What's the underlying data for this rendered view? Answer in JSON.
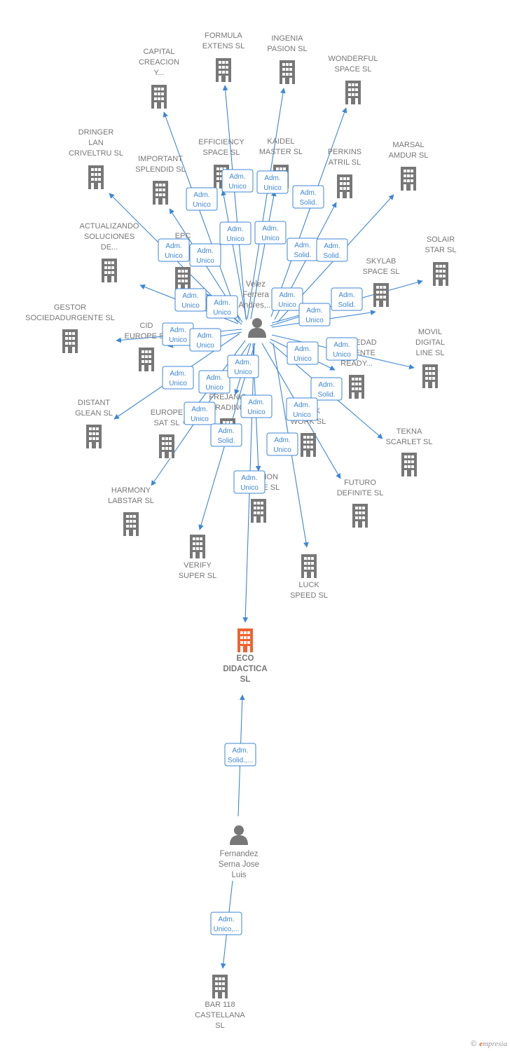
{
  "colors": {
    "edge": "#3d86d6",
    "company": "#777777",
    "highlight": "#f0622f",
    "person": "#777777"
  },
  "persons": [
    {
      "id": "p1",
      "lines": [
        "Velez",
        "Ferrera",
        "Andres,..."
      ]
    },
    {
      "id": "p2",
      "lines": [
        "Fernandez",
        "Serna Jose",
        "Luis"
      ]
    }
  ],
  "companies": [
    {
      "id": "formula",
      "lines": [
        "FORMULA",
        "EXTENS  SL"
      ]
    },
    {
      "id": "ingenia",
      "lines": [
        "INGENIA",
        "PASION  SL"
      ]
    },
    {
      "id": "capital",
      "lines": [
        "CAPITAL",
        "CREACION",
        "Y..."
      ]
    },
    {
      "id": "wonderful",
      "lines": [
        "WONDERFUL",
        "SPACE  SL"
      ]
    },
    {
      "id": "dringer",
      "lines": [
        "DRINGER",
        "LAN",
        "CRIVELTRU SL"
      ]
    },
    {
      "id": "efficiency",
      "lines": [
        "EFFICIENCY",
        "SPACE SL"
      ]
    },
    {
      "id": "kaidel",
      "lines": [
        "KAIDEL",
        "MASTER  SL"
      ]
    },
    {
      "id": "perkins",
      "lines": [
        "PERKINS",
        "ATRIL  SL"
      ]
    },
    {
      "id": "marsal",
      "lines": [
        "MARSAL",
        "AMDUR  SL"
      ]
    },
    {
      "id": "important",
      "lines": [
        "IMPORTANT",
        "SPLENDID  SL"
      ]
    },
    {
      "id": "actualizando",
      "lines": [
        "ACTUALIZANDO",
        "SOLUCIONES",
        "DE..."
      ]
    },
    {
      "id": "epc",
      "lines": [
        "EPC"
      ]
    },
    {
      "id": "solair",
      "lines": [
        "SOLAIR",
        "STAR  SL"
      ]
    },
    {
      "id": "skylab",
      "lines": [
        "SKYLAB",
        "SPACE  SL"
      ]
    },
    {
      "id": "gestor",
      "lines": [
        "GESTOR",
        "SOCIEDADURGENTE SL"
      ]
    },
    {
      "id": "cid",
      "lines": [
        "CID",
        "EUROPE  SL"
      ]
    },
    {
      "id": "movil",
      "lines": [
        "MOVIL",
        "DIGITAL",
        "LINE SL"
      ]
    },
    {
      "id": "sociedad",
      "lines": [
        "SOCIEDAD",
        "URGENTE",
        "READY..."
      ]
    },
    {
      "id": "distant",
      "lines": [
        "DISTANT",
        "GLEAN  SL"
      ]
    },
    {
      "id": "europesat",
      "lines": [
        "EUROPE",
        "SAT  SL"
      ]
    },
    {
      "id": "frejanis",
      "lines": [
        "FREJANIS",
        "TRADING"
      ]
    },
    {
      "id": "work",
      "lines": [
        "WORK",
        "WORK  SL"
      ]
    },
    {
      "id": "tekna",
      "lines": [
        "TEKNA",
        "SCARLET  SL"
      ]
    },
    {
      "id": "harmony",
      "lines": [
        "HARMONY",
        "LABSTAR SL"
      ]
    },
    {
      "id": "creation",
      "lines": [
        "CREATION",
        "PEOPLE  SL"
      ]
    },
    {
      "id": "futuro",
      "lines": [
        "FUTURO",
        "DEFINITE  SL"
      ]
    },
    {
      "id": "verify",
      "lines": [
        "VERIFY",
        "SUPER  SL"
      ]
    },
    {
      "id": "luck",
      "lines": [
        "LUCK",
        "SPEED  SL"
      ]
    },
    {
      "id": "eco",
      "lines": [
        "ECO",
        "DIDACTICA",
        "SL"
      ],
      "highlight": true
    },
    {
      "id": "bar118",
      "lines": [
        "BAR 118",
        "CASTELLANA",
        "SL"
      ]
    }
  ],
  "edges": [
    {
      "label": [
        "Adm.",
        "Unico"
      ]
    },
    {
      "label": [
        "Adm.",
        "Unico"
      ]
    },
    {
      "label": [
        "Adm.",
        "Unico"
      ]
    },
    {
      "label": [
        "Adm.",
        "Solid."
      ]
    },
    {
      "label": [
        "Adm.",
        "Unico"
      ]
    },
    {
      "label": [
        "Adm.",
        "Unico"
      ]
    },
    {
      "label": [
        "Adm.",
        "Solid."
      ]
    },
    {
      "label": [
        "Adm.",
        "Solid."
      ]
    },
    {
      "label": [
        "Adm.",
        "Unico"
      ]
    },
    {
      "label": [
        "Adm.",
        "Unico"
      ]
    },
    {
      "label": [
        "Adm.",
        "Unico"
      ]
    },
    {
      "label": [
        "Adm.",
        "Unico"
      ]
    },
    {
      "label": [
        "Adm.",
        "Solid."
      ]
    },
    {
      "label": [
        "Adm.",
        "Unico"
      ]
    },
    {
      "label": [
        "Adm.",
        "Unico"
      ]
    },
    {
      "label": [
        "Adm.",
        "Unico"
      ]
    },
    {
      "label": [
        "Adm.",
        "Unico"
      ]
    },
    {
      "label": [
        "Adm.",
        "Unico"
      ]
    },
    {
      "label": [
        "Adm.",
        "Unico"
      ]
    },
    {
      "label": [
        "Adm.",
        "Unico"
      ]
    },
    {
      "label": [
        "Adm.",
        "Unico"
      ]
    },
    {
      "label": [
        "Adm.",
        "Solid."
      ]
    },
    {
      "label": [
        "Adm.",
        "Unico"
      ]
    },
    {
      "label": [
        "Adm.",
        "Unico"
      ]
    },
    {
      "label": [
        "Adm.",
        "Unico"
      ]
    },
    {
      "label": [
        "Adm.",
        "Unico"
      ]
    },
    {
      "label": [
        "Adm.",
        "Unico"
      ]
    },
    {
      "label": [
        "Adm.",
        "Solid."
      ]
    },
    {
      "label": [
        "Adm.",
        "Solid.,..."
      ]
    },
    {
      "label": [
        "Adm.",
        "Unico,..."
      ]
    }
  ],
  "footer": {
    "copyright": "©",
    "brand_first": "e",
    "brand_rest": "mpresia"
  }
}
